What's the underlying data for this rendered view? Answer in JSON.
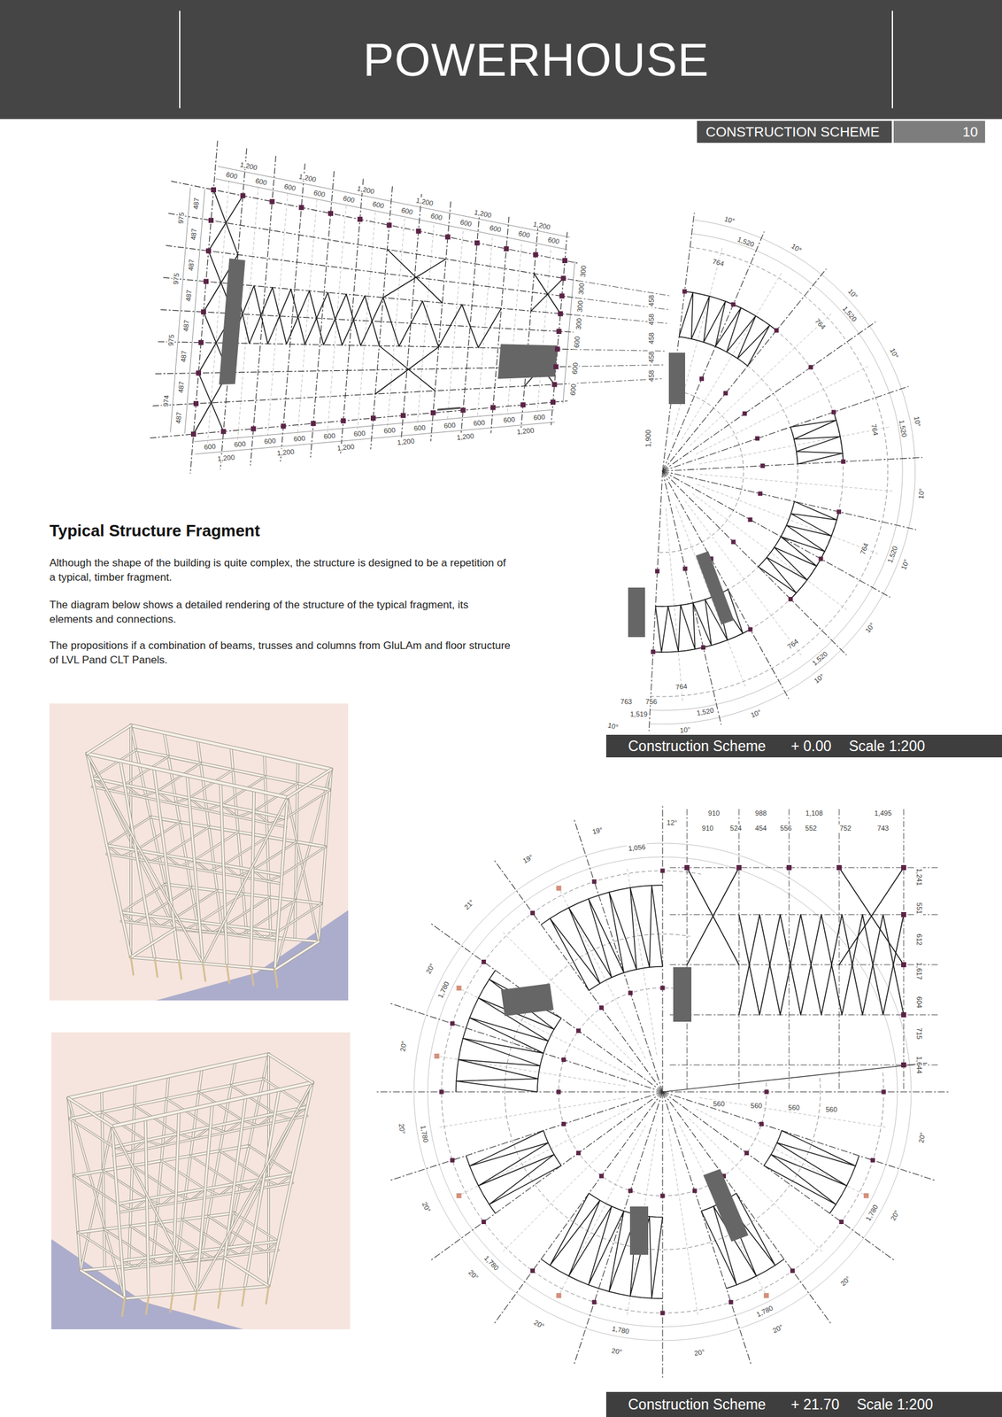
{
  "diagram": {
    "title": "POWERHOUSE",
    "nodes": [
      {
        "text": [
          "CONSTRUCTION SCHEME"
        ]
      },
      {
        "text": [
          "10"
        ]
      },
      {
        "text": [
          "Construction Scheme",
          "+ 0.00",
          "Scale 1:200"
        ]
      },
      {
        "text": [
          "Construction Scheme",
          "+ 21.70",
          "Scale 1:200"
        ]
      }
    ],
    "labels": [
      "Typical Structure Fragment",
      "Although the shape of the building is quite complex, the structure is designed to be a repetition of a typical, timber fragment.",
      "The diagram below shows a detailed rendering of the structure of the typical fragment, its elements and connections.",
      "The propositions if a combination of beams, trusses and columns from GluLAm and floor structure of LVL Pand CLT Panels.",
      "1,200",
      "1,200",
      "1,200",
      "1,200",
      "1,200",
      "1,200",
      "600",
      "600",
      "600",
      "600",
      "600",
      "600",
      "600",
      "600",
      "600",
      "600",
      "600",
      "600",
      "600",
      "600",
      "600",
      "600",
      "600",
      "600",
      "600",
      "600",
      "600",
      "600",
      "600",
      "600",
      "1,200",
      "1,200",
      "1,200",
      "1,200",
      "1,200",
      "1,200",
      "487",
      "487",
      "487",
      "487",
      "487",
      "487",
      "487",
      "487",
      "975",
      "975",
      "975",
      "974",
      "300",
      "300",
      "300",
      "300",
      "600",
      "600",
      "600",
      "458",
      "458",
      "458",
      "458",
      "458",
      "1,900",
      "10°",
      "10°",
      "10°",
      "10°",
      "10°",
      "10°",
      "10°",
      "10°",
      "10°",
      "10°",
      "10°",
      "10°",
      "1,520",
      "1,520",
      "1,520",
      "1,520",
      "1,520",
      "1,520",
      "764",
      "764",
      "764",
      "764",
      "764",
      "764",
      "763",
      "756",
      "1,519",
      "20°",
      "20°",
      "20°",
      "20°",
      "20°",
      "20°",
      "20°",
      "20°",
      "20°",
      "20°",
      "20°",
      "20°",
      "21°",
      "19°",
      "19°",
      "12°",
      "1,780",
      "1,780",
      "1,780",
      "1,780",
      "1,780",
      "1,780",
      "910",
      "988",
      "1,108",
      "1,495",
      "910",
      "524",
      "454",
      "556",
      "552",
      "752",
      "743",
      "1,241",
      "551",
      "612",
      "1,617",
      "604",
      "715",
      "1,644",
      "560",
      "560",
      "560",
      "560",
      "1,056"
    ]
  }
}
